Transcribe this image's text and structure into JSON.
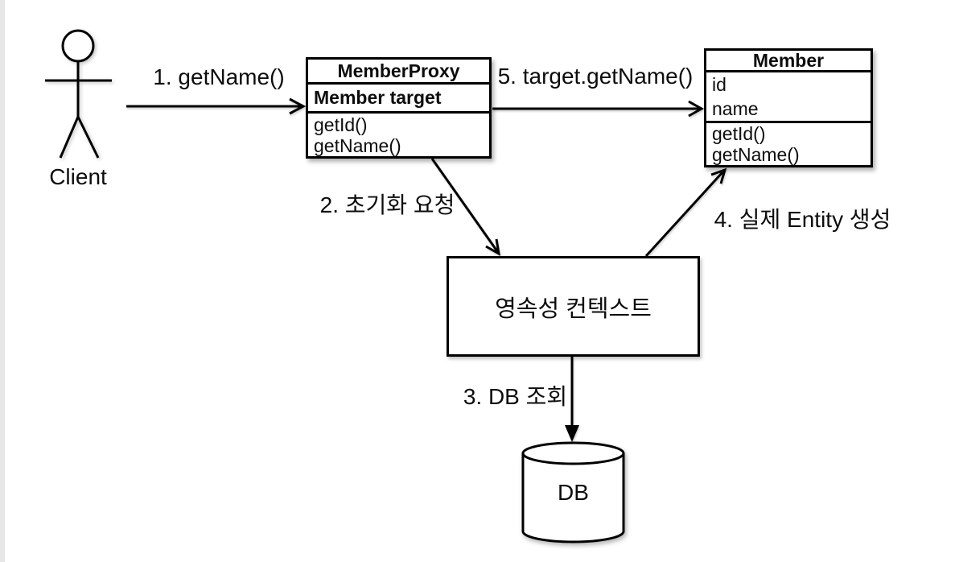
{
  "diagram": {
    "client": {
      "label": "Client"
    },
    "proxy_class": {
      "title": "MemberProxy",
      "field": "Member target",
      "methods": [
        "getId()",
        "getName()"
      ]
    },
    "member_class": {
      "title": "Member",
      "fields": [
        "id",
        "name"
      ],
      "methods": [
        "getId()",
        "getName()"
      ]
    },
    "persistence_context": {
      "label": "영속성 컨텍스트"
    },
    "database": {
      "label": "DB"
    },
    "steps": {
      "step1": "1. getName()",
      "step2": "2. 초기화 요청",
      "step3": "3. DB 조회",
      "step4": "4. 실제 Entity 생성",
      "step5": "5. target.getName()"
    },
    "colors": {
      "line": "#000000",
      "background": "#ffffff"
    }
  }
}
